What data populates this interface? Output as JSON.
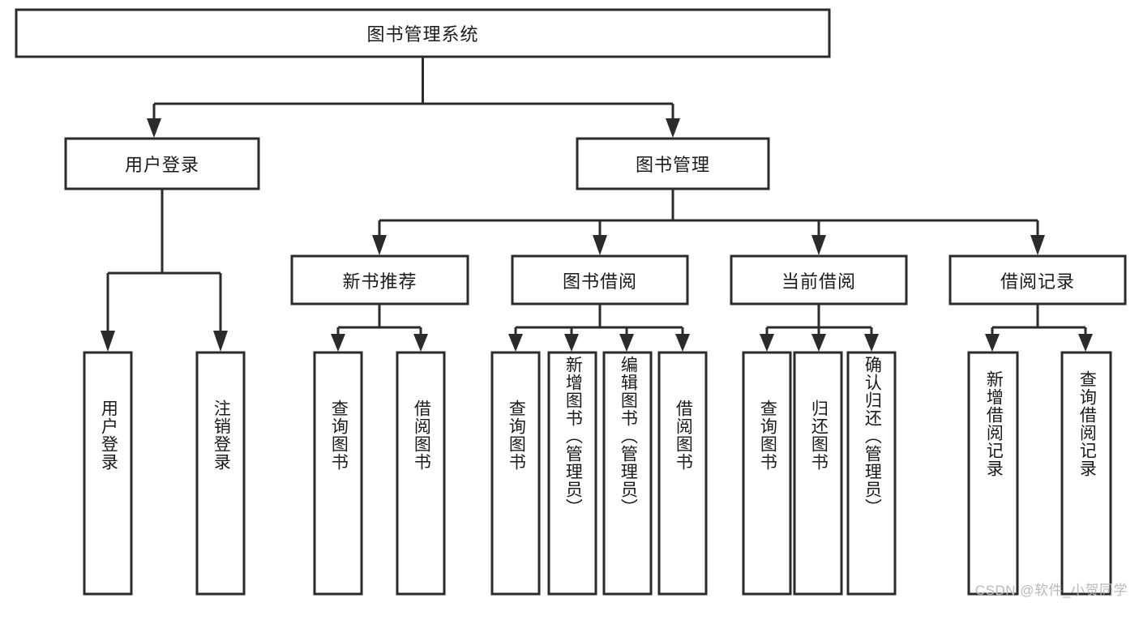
{
  "diagram": {
    "type": "hierarchy-tree",
    "title": "图书管理系统",
    "colors": {
      "box_stroke": "#2b2b2b",
      "box_fill": "#ffffff",
      "connector": "#2b2b2b",
      "text": "#1a1a1a",
      "watermark": "#b9b9b9",
      "background": "#ffffff"
    },
    "root": {
      "id": "root",
      "label": "图书管理系统"
    },
    "level2": [
      {
        "id": "user-login",
        "label": "用户登录"
      },
      {
        "id": "book-management",
        "label": "图书管理"
      }
    ],
    "level3": [
      {
        "id": "new-book-recommend",
        "label": "新书推荐",
        "parent": "book-management"
      },
      {
        "id": "book-borrow",
        "label": "图书借阅",
        "parent": "book-management"
      },
      {
        "id": "current-borrow",
        "label": "当前借阅",
        "parent": "book-management"
      },
      {
        "id": "borrow-record",
        "label": "借阅记录",
        "parent": "book-management"
      }
    ],
    "leaves": {
      "user_login": [
        {
          "id": "leaf-user-login",
          "label": "用户登录"
        },
        {
          "id": "leaf-logout-login",
          "label": "注销登录"
        }
      ],
      "new_book_recommend": [
        {
          "id": "leaf-query-book-1",
          "label": "查询图书"
        },
        {
          "id": "leaf-borrow-book-1",
          "label": "借阅图书"
        }
      ],
      "book_borrow": [
        {
          "id": "leaf-query-book-2",
          "label": "查询图书"
        },
        {
          "id": "leaf-add-book",
          "label": "新增图书（管理员）"
        },
        {
          "id": "leaf-edit-book",
          "label": "编辑图书（管理员）"
        },
        {
          "id": "leaf-borrow-book-2",
          "label": "借阅图书"
        }
      ],
      "current_borrow": [
        {
          "id": "leaf-query-book-3",
          "label": "查询图书"
        },
        {
          "id": "leaf-return-book",
          "label": "归还图书"
        },
        {
          "id": "leaf-confirm-return",
          "label": "确认归还（管理员）"
        }
      ],
      "borrow_record": [
        {
          "id": "leaf-add-record",
          "label": "新增借阅记录"
        },
        {
          "id": "leaf-query-record",
          "label": "查询借阅记录"
        }
      ]
    },
    "watermark": "CSDN @软件_小贺同学"
  }
}
